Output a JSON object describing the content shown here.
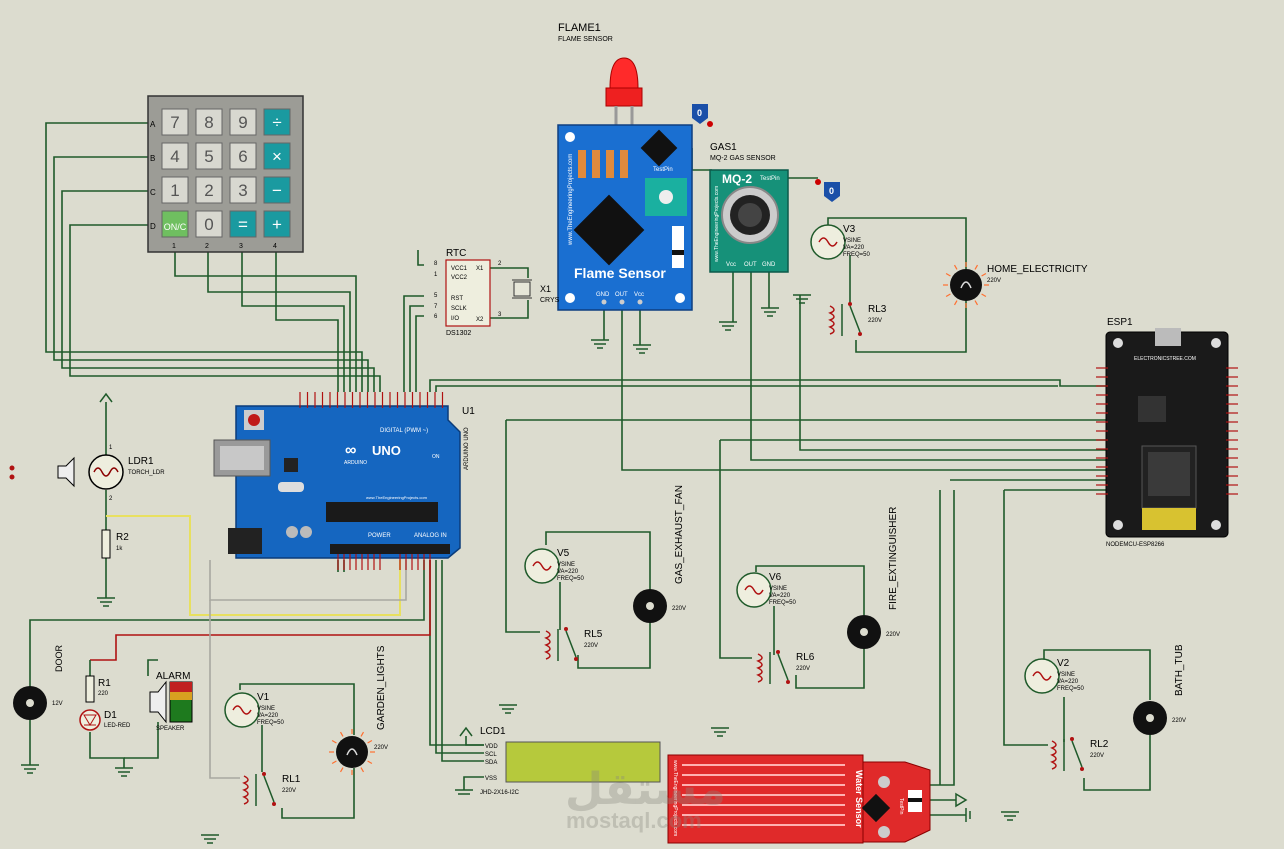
{
  "keypad": {
    "rows": [
      "A",
      "B",
      "C",
      "D"
    ],
    "cols": [
      "1",
      "2",
      "3",
      "4"
    ],
    "keys": [
      [
        "7",
        "8",
        "9",
        "÷"
      ],
      [
        "4",
        "5",
        "6",
        "×"
      ],
      [
        "1",
        "2",
        "3",
        "−"
      ],
      [
        "ON/C",
        "0",
        "=",
        "+"
      ]
    ]
  },
  "flame": {
    "ref": "FLAME1",
    "desc": "FLAME SENSOR",
    "site": "www.TheEngineeringProjects.com",
    "label": "Flame Sensor",
    "pins": [
      "GND",
      "OUT",
      "Vcc"
    ],
    "testpin": "TestPin",
    "probe": "0"
  },
  "gas": {
    "ref": "GAS1",
    "desc": "MQ-2 GAS SENSOR",
    "label": "MQ-2",
    "site": "www.TheEngineeringProjects.com",
    "pins": [
      "Vcc",
      "OUT",
      "GND"
    ],
    "testpin": "TestPin",
    "probe": "0"
  },
  "rtc": {
    "ref": "RTC",
    "part": "DS1302",
    "crystal": "X1",
    "crystal_sub": "CRYS",
    "left_pins": [
      "VCC1",
      "VCC2",
      "RST",
      "SCLK",
      "I/O"
    ],
    "right_pins": [
      "X1",
      "X2"
    ],
    "pin_nums": [
      "8",
      "1",
      "5",
      "7",
      "6",
      "2",
      "3"
    ]
  },
  "arduino": {
    "ref": "U1",
    "part": "ARDUINO UNO",
    "brand": "UNO",
    "sub": "ARDUINO",
    "digital": "DIGITAL (PWM ~)",
    "power": "POWER",
    "analog": "ANALOG IN",
    "on": "ON",
    "site": "www.TheEngineeringProjects.com"
  },
  "esp": {
    "ref": "ESP1",
    "part": "NODEMCU-ESP8266",
    "brand": "ELECTRONICSTREE.COM"
  },
  "ldr": {
    "ref": "LDR1",
    "desc": "TORCH_LDR",
    "pins": [
      "1",
      "2"
    ]
  },
  "r2": {
    "ref": "R2",
    "value": "1k"
  },
  "r1": {
    "ref": "R1",
    "value": "220"
  },
  "d1": {
    "ref": "D1",
    "desc": "LED-RED"
  },
  "alarm": {
    "ref": "ALARM",
    "desc": "SPEAKER"
  },
  "door": {
    "label": "DOOR",
    "value": "12V"
  },
  "lcd": {
    "ref": "LCD1",
    "part": "JHD-2X16-I2C",
    "pins": [
      "VDD",
      "SCL",
      "SDA",
      "VSS"
    ]
  },
  "water": {
    "label": "Water Sensor",
    "site": "www.TheEngineeringProjects.com",
    "testpin": "TestPin"
  },
  "sources": [
    {
      "ref": "V3",
      "type": "VSINE",
      "va": "VA=220",
      "freq": "FREQ=50"
    },
    {
      "ref": "V5",
      "type": "VSINE",
      "va": "VA=220",
      "freq": "FREQ=50"
    },
    {
      "ref": "V6",
      "type": "VSINE",
      "va": "VA=220",
      "freq": "FREQ=50"
    },
    {
      "ref": "V1",
      "type": "VSINE",
      "va": "VA=220",
      "freq": "FREQ=50"
    },
    {
      "ref": "V2",
      "type": "VSINE",
      "va": "VA=220",
      "freq": "FREQ=50"
    }
  ],
  "relays": [
    {
      "ref": "RL3",
      "value": "220V"
    },
    {
      "ref": "RL5",
      "value": "220V"
    },
    {
      "ref": "RL6",
      "value": "220V"
    },
    {
      "ref": "RL1",
      "value": "220V"
    },
    {
      "ref": "RL2",
      "value": "220V"
    }
  ],
  "lamps": [
    {
      "label": "HOME_ELECTRICITY",
      "value": "220V"
    },
    {
      "label": "GARDEN_LIGHTS",
      "value": "220V"
    }
  ],
  "motors": [
    {
      "label": "GAS_EXHAUST_FAN",
      "value": "220V"
    },
    {
      "label": "FIRE_EXTINGUISHER",
      "value": "220V"
    },
    {
      "label": "BATH_TUB",
      "value": "220V"
    }
  ],
  "watermark": {
    "brand": "mostaql.com"
  },
  "colors": {
    "background": "#dcdccf",
    "wire": "#1f5a2a",
    "arduino": "#1566c0",
    "flame_board": "#1a6fd1",
    "gas_board": "#169179",
    "water_board": "#e02a2a",
    "esp_board": "#1a1a1a",
    "lcd": "#b6c93c",
    "red_wire": "#b01212",
    "yellow_wire": "#e8e060"
  }
}
